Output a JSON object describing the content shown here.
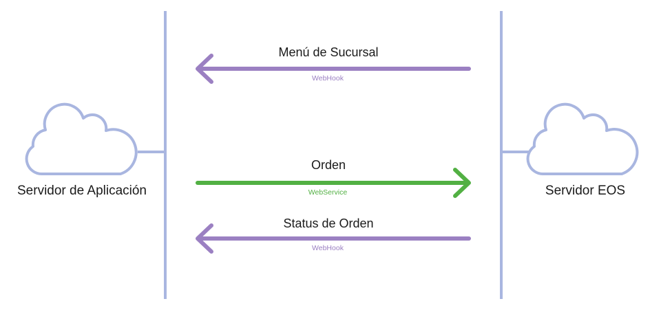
{
  "colors": {
    "lifeline": "#a9b6e0",
    "webhook": "#9b80c2",
    "webservice": "#52b043",
    "text": "#1a1a1a"
  },
  "nodes": {
    "app_server": {
      "label": "Servidor de Aplicación",
      "icon": "cloud-icon"
    },
    "eos_server": {
      "label": "Servidor EOS",
      "icon": "cloud-icon"
    }
  },
  "messages": [
    {
      "label": "Menú de Sucursal",
      "protocol": "WebHook",
      "direction": "right-to-left",
      "color": "webhook"
    },
    {
      "label": "Orden",
      "protocol": "WebService",
      "direction": "left-to-right",
      "color": "webservice"
    },
    {
      "label": "Status de Orden",
      "protocol": "WebHook",
      "direction": "right-to-left",
      "color": "webhook"
    }
  ]
}
